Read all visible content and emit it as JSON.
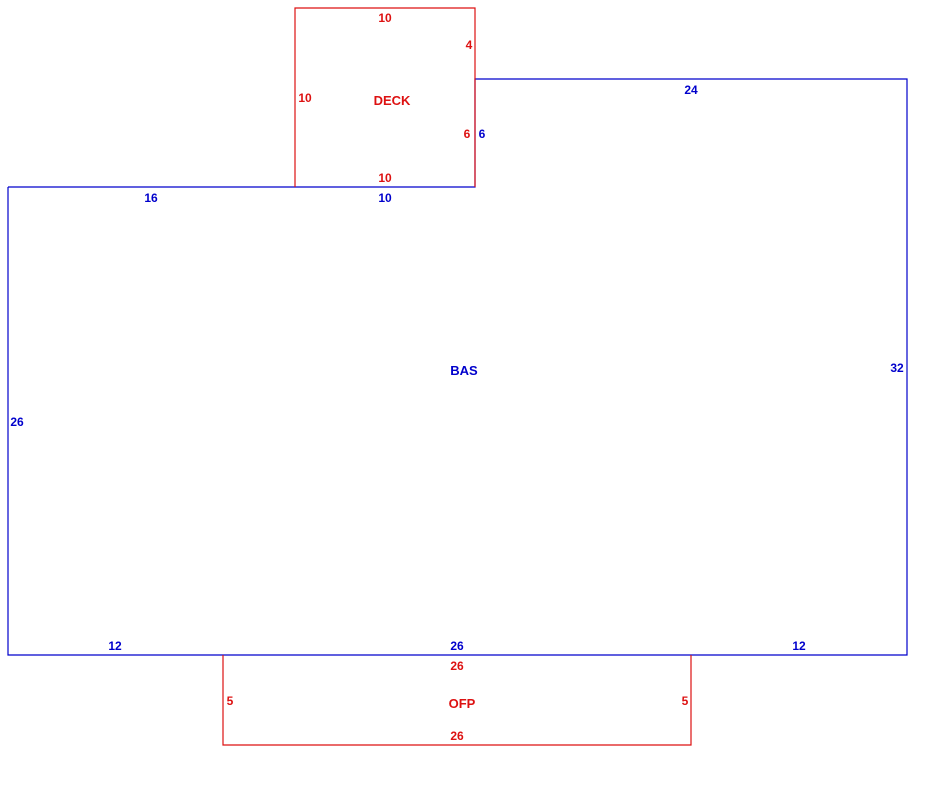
{
  "colors": {
    "bas": "#0000cc",
    "additions": "#dd1111"
  },
  "areas": {
    "bas": {
      "label": "BAS",
      "dims": {
        "top_left": "16",
        "top_mid": "10",
        "top_right": "24",
        "step": "6",
        "left": "26",
        "right": "32",
        "bottom_left": "12",
        "bottom_mid": "26",
        "bottom_right": "12"
      }
    },
    "deck": {
      "label": "DECK",
      "dims": {
        "top": "10",
        "right_upper": "4",
        "left": "10",
        "right_lower": "6",
        "bottom": "10"
      }
    },
    "ofp": {
      "label": "OFP",
      "dims": {
        "top": "26",
        "left": "5",
        "right": "5",
        "bottom": "26"
      }
    }
  }
}
